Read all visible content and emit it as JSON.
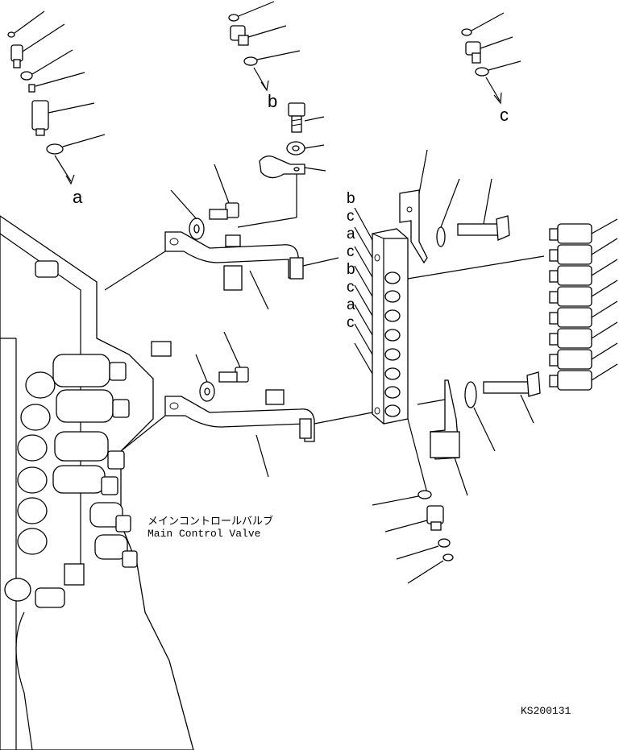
{
  "callouts": {
    "a": "a",
    "b": "b",
    "c": "c"
  },
  "sequence": [
    "b",
    "c",
    "a",
    "c",
    "b",
    "c",
    "a",
    "c"
  ],
  "caption": {
    "jp": "メインコントロールバルブ",
    "en": "Main Control Valve"
  },
  "drawing_code": "KS200131"
}
